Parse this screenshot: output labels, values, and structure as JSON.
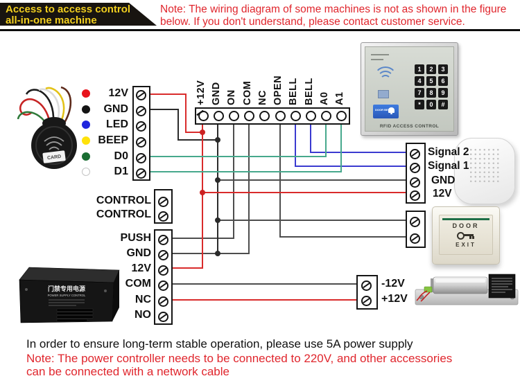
{
  "header": {
    "badge": {
      "line1": "Access to access control",
      "line2": "all-in-one machine"
    },
    "note": "Note: The wiring diagram of some machines is not as shown in the figure below. If you don't understand, please contact customer service."
  },
  "reader": {
    "pins": [
      {
        "label": "12V",
        "dot_color": "#e8131c"
      },
      {
        "label": "GND",
        "dot_color": "#141414"
      },
      {
        "label": "LED",
        "dot_color": "#2026dd"
      },
      {
        "label": "BEEP",
        "dot_color": "#ffe20a"
      },
      {
        "label": "D0",
        "dot_color": "#1a6e33"
      },
      {
        "label": "D1",
        "dot_color": "#ffffff"
      }
    ],
    "card_label": "CARD"
  },
  "machine_strip": {
    "labels": [
      "+12V",
      "GND",
      "ON",
      "COM",
      "NC",
      "OPEN",
      "BELL",
      "BELL",
      "A0",
      "A1"
    ]
  },
  "keypad": {
    "keys": [
      "1",
      "2",
      "3",
      "4",
      "5",
      "6",
      "7",
      "8",
      "9",
      "*",
      "0",
      "#"
    ],
    "bell_button_label": "DOOR BELL",
    "brand": "RFID ACCESS CONTROL"
  },
  "doorbell": {
    "labels": [
      "Signal 2",
      "Signal 1",
      "GND",
      "12V"
    ]
  },
  "control_block": {
    "labels": [
      "CONTROL",
      "CONTROL"
    ]
  },
  "power_block": {
    "labels": [
      "PUSH",
      "GND",
      "12V",
      "COM",
      "NC",
      "NO"
    ]
  },
  "psu": {
    "title": "门禁专用电源",
    "subtitle": "POWER SUPPLY CONTROL"
  },
  "lock": {
    "labels": [
      "-12V",
      "+12V"
    ]
  },
  "exit_button": {
    "line1": "DOOR",
    "line2": "EXIT"
  },
  "footer": {
    "line1": "In order to ensure long-term stable operation, please use 5A power supply",
    "note": "Note: The power controller needs to be connected to 220V, and other accessories can be connected with a network cable"
  },
  "wire_colors": {
    "red": "#d92b2b",
    "black": "#2b2b2b",
    "gray": "#4d4d4d",
    "blue": "#3a3ad0",
    "teal": "#46a88c"
  }
}
